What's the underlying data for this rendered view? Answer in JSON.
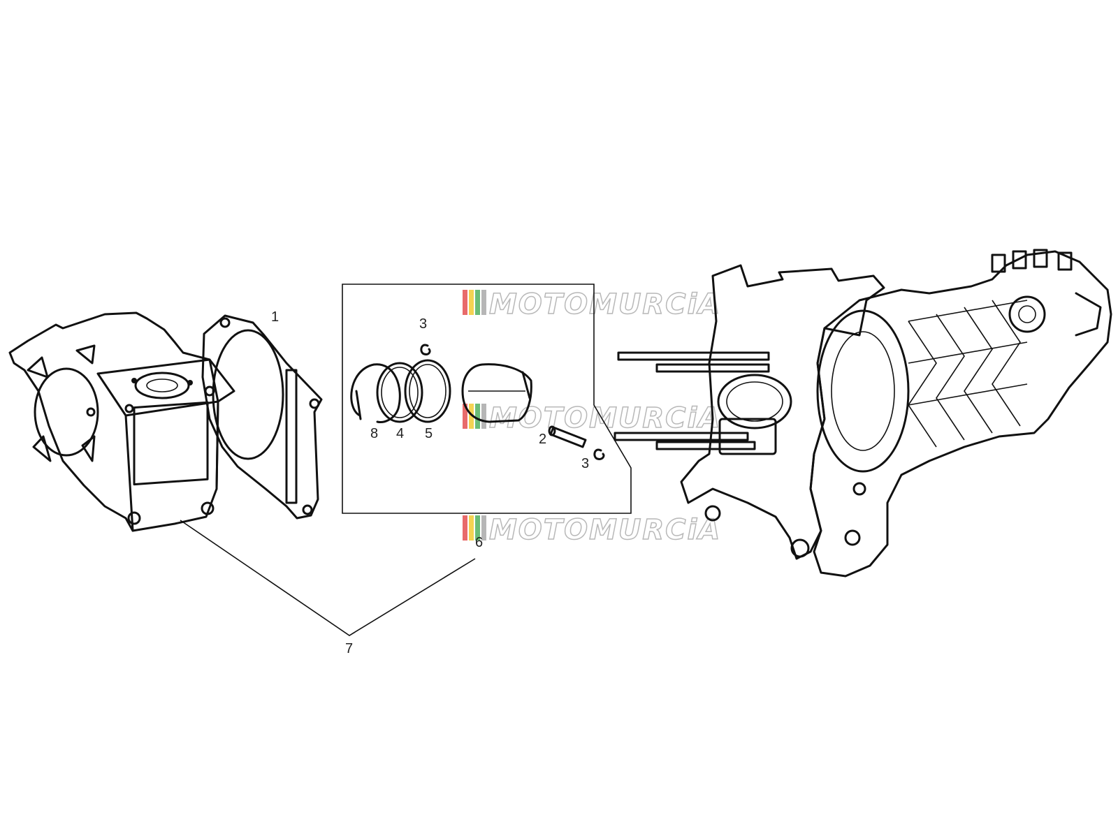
{
  "watermark": {
    "text": "MOTOMURCiA",
    "stripe_colors": [
      "#e03a3a",
      "#f0c419",
      "#3aa64a",
      "#9e9e9e"
    ]
  },
  "callouts": [
    {
      "id": "1",
      "label": "1"
    },
    {
      "id": "3a",
      "label": "3"
    },
    {
      "id": "8",
      "label": "8"
    },
    {
      "id": "4",
      "label": "4"
    },
    {
      "id": "5",
      "label": "5"
    },
    {
      "id": "2",
      "label": "2"
    },
    {
      "id": "3b",
      "label": "3"
    },
    {
      "id": "6",
      "label": "6"
    },
    {
      "id": "7",
      "label": "7"
    }
  ],
  "parts": {
    "cylinder": "cylinder-with-cooling-shroud",
    "gasket": "cylinder-base-gasket",
    "rings": "piston-rings",
    "piston": "piston",
    "pin": "piston-pin",
    "clips": "circlip",
    "engine": "engine-crankcase"
  }
}
